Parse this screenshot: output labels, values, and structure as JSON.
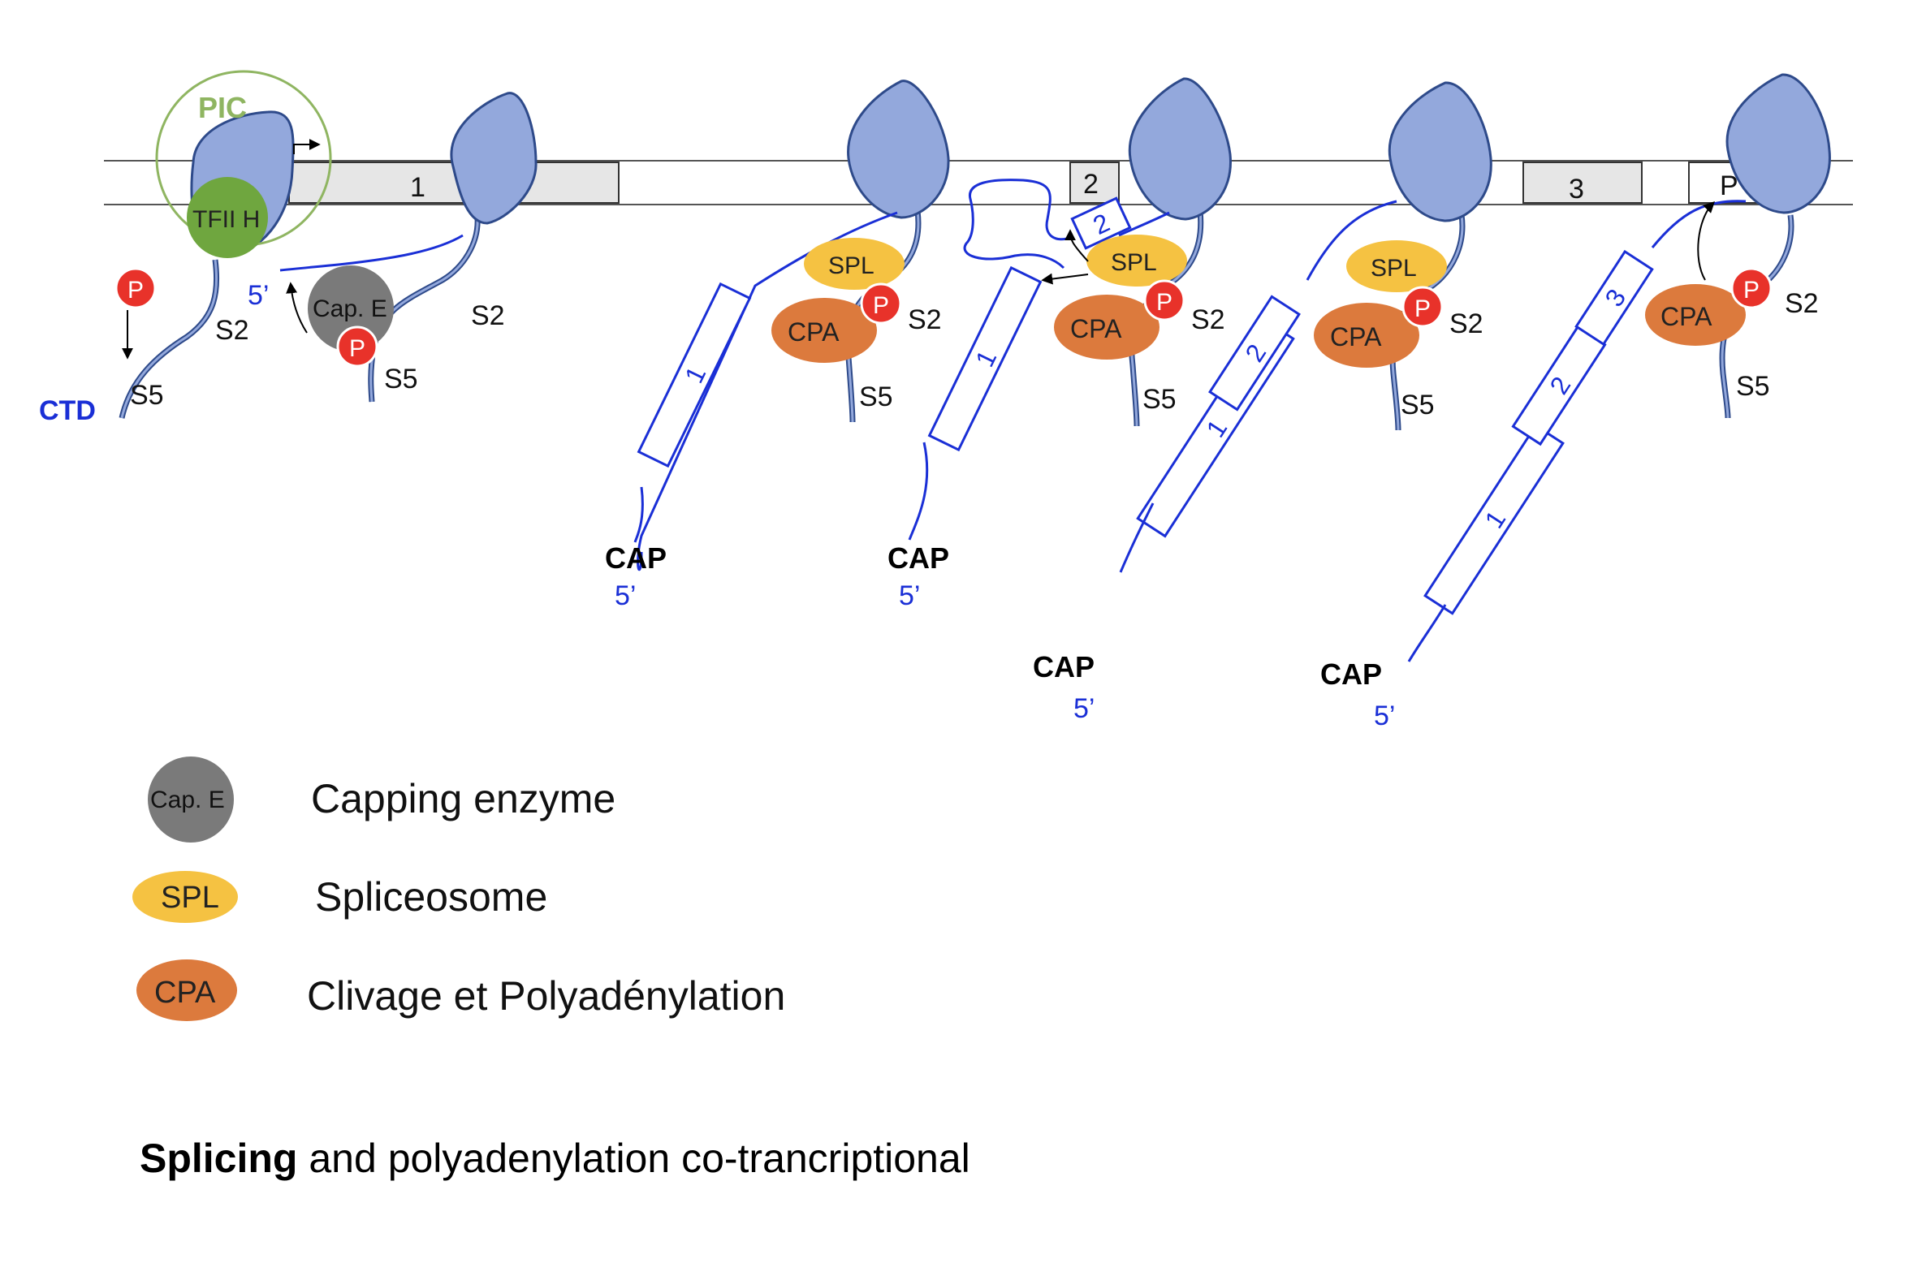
{
  "labels": {
    "pic": "PIC",
    "tfiih": "TFII H",
    "cap_e": "Cap. E",
    "p": "P",
    "s2": "S2",
    "s5": "S5",
    "ctd": "CTD",
    "five_prime": "5’",
    "cap": "CAP",
    "spl": "SPL",
    "cpa": "CPA",
    "exon1": "1",
    "exon2": "2",
    "exon3": "3",
    "pa": "P"
  },
  "legend": {
    "cap_e_label": "Cap. E",
    "cap_e_text": "Capping enzyme",
    "spl_label": "SPL",
    "spl_text": "Spliceosome",
    "cpa_label": "CPA",
    "cpa_text": "Clivage et Polyadénylation"
  },
  "caption": {
    "bold": "Splicing",
    "rest": "and polyadenylation co-trancriptional"
  },
  "colors": {
    "polymerase": "#93a8dc",
    "polymerase_stroke": "#2e4a8a",
    "rna": "#1a2fd6",
    "tfiih": "#6fa63f",
    "pic": "#8fb561",
    "cap_enzyme": "#7a7a7a",
    "spl": "#f5c242",
    "cpa": "#dc7a3d",
    "phospho": "#e8322a",
    "exon_fill": "#e6e6e6"
  }
}
